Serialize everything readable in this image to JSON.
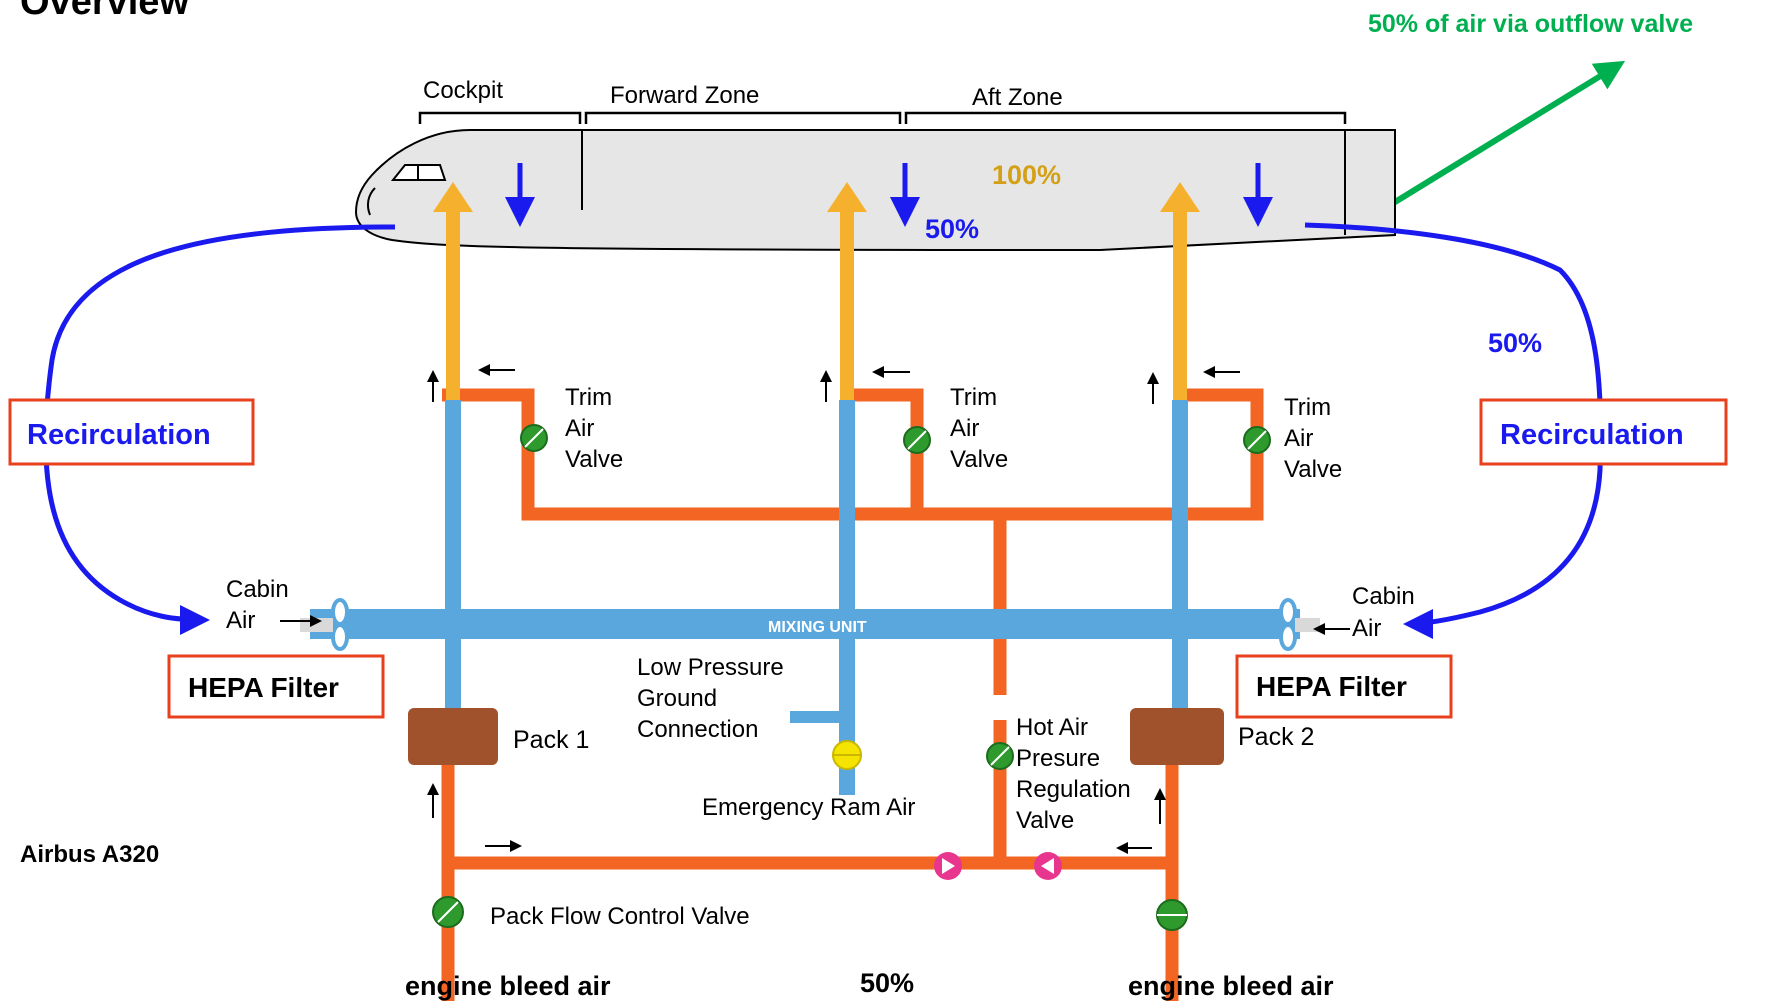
{
  "title": "Overview",
  "outflow_note": "50% of air via outflow valve",
  "zones": {
    "cockpit": "Cockpit",
    "forward": "Forward Zone",
    "aft": "Aft Zone"
  },
  "cabin_percent": "100%",
  "recirc_percent": "50%",
  "right_recirc_percent": "50%",
  "bleed_percent": "50%",
  "recirculation_left": "Recirculation",
  "recirculation_right": "Recirculation",
  "hepa_left": "HEPA Filter",
  "hepa_right": "HEPA Filter",
  "trim_valve_lines": [
    "Trim",
    "Air",
    "Valve"
  ],
  "cabin_air_lines": [
    "Cabin",
    "Air"
  ],
  "mixing_unit": "MIXING UNIT",
  "low_pressure_lines": [
    "Low Pressure",
    "Ground",
    "Connection"
  ],
  "emergency_ram_air": "Emergency Ram Air",
  "hot_air_valve_lines": [
    "Hot Air",
    "Presure",
    "Regulation",
    "Valve"
  ],
  "pack1": "Pack 1",
  "pack2": "Pack 2",
  "pack_flow_valve": "Pack Flow Control Valve",
  "engine_bleed_left": "engine bleed air",
  "engine_bleed_right": "engine bleed air",
  "aircraft": "Airbus A320",
  "colors": {
    "cold_duct": "#5aa7dd",
    "hot_duct": "#f26522",
    "conditioned_duct": "#f5b12d",
    "recirculation": "#1a1aee",
    "outflow": "#00b050",
    "cabin_percent": "#d4a017",
    "label_box": "#e8401c",
    "pack": "#a0522d",
    "valve": "#2e9a2e"
  }
}
